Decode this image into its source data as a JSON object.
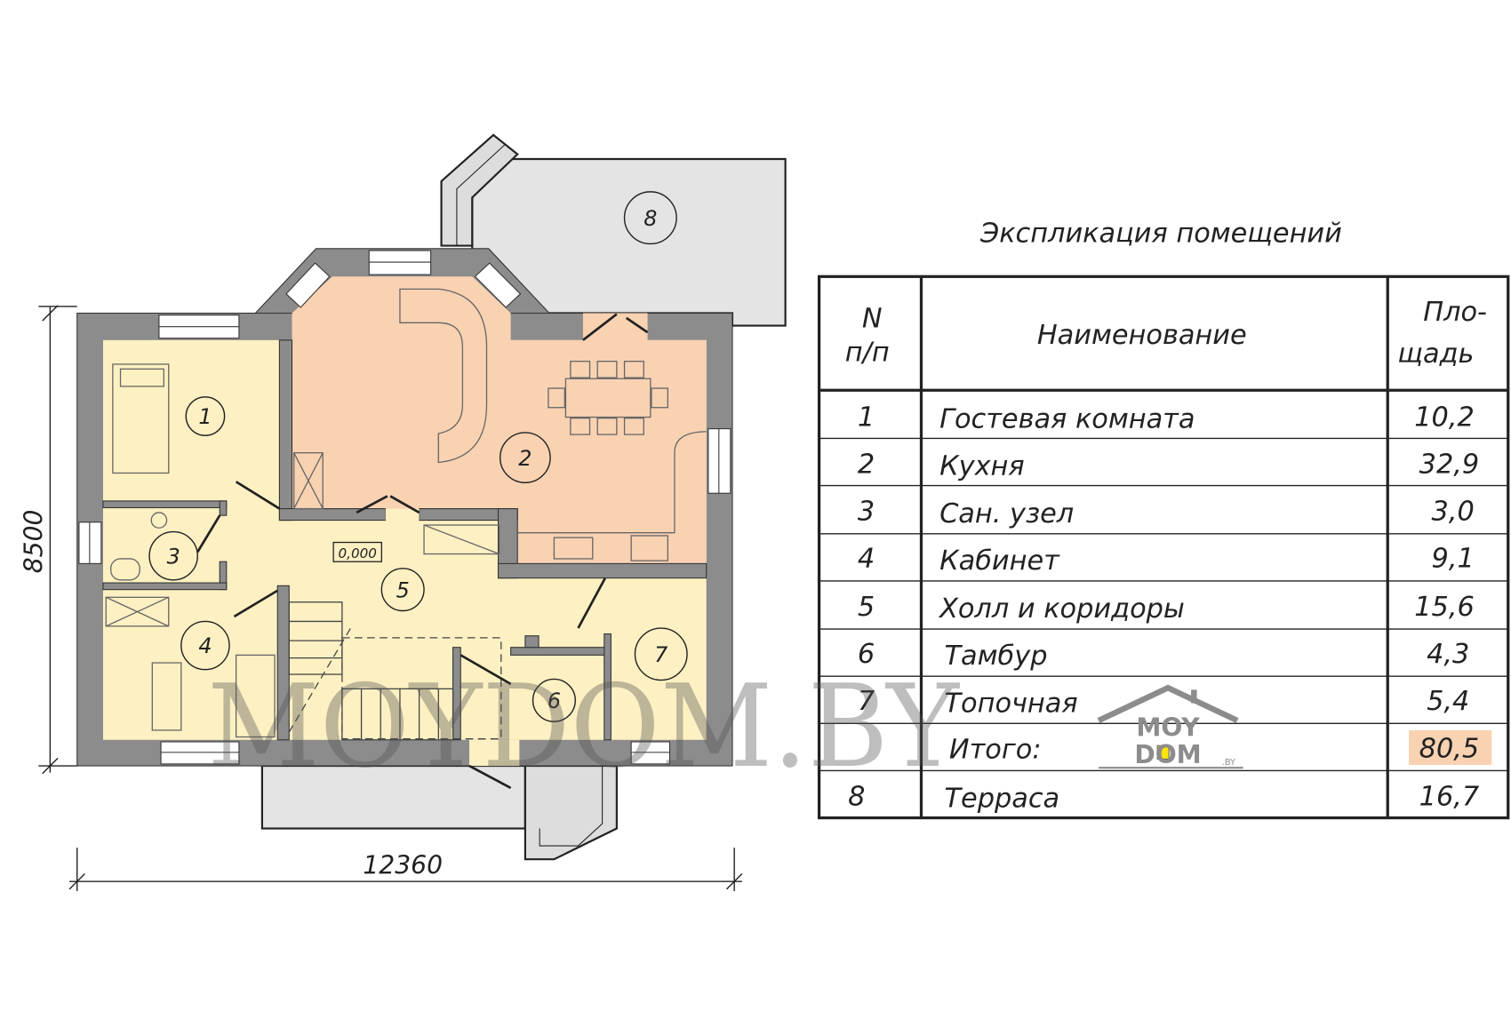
{
  "plan": {
    "dimension_height": "8500",
    "dimension_width": "12360",
    "level_mark": "0,000",
    "room_numbers": [
      "1",
      "2",
      "3",
      "4",
      "5",
      "6",
      "7",
      "8"
    ],
    "watermark": "MOYDOM.BY",
    "colors": {
      "living": "#fdf0c2",
      "kitchen": "#f9d2b2",
      "wall": "#8c8c8c",
      "terrace": "#e4e4e4",
      "total_highlight": "#f9d2b2"
    }
  },
  "table": {
    "title": "Экспликация помещений",
    "headers": {
      "num_line1": "N",
      "num_line2": "п/п",
      "name": "Наименование",
      "area_line1": "Пло-",
      "area_line2": "щадь"
    },
    "rows": [
      {
        "n": "1",
        "name": "Гостевая комната",
        "area": "10,2"
      },
      {
        "n": "2",
        "name": "Кухня",
        "area": "32,9"
      },
      {
        "n": "3",
        "name": "Сан. узел",
        "area": "3,0"
      },
      {
        "n": "4",
        "name": "Кабинет",
        "area": "9,1"
      },
      {
        "n": "5",
        "name": "Холл и коридоры",
        "area": "15,6"
      },
      {
        "n": "6",
        "name": "Тамбур",
        "area": "4,3"
      },
      {
        "n": "7",
        "name": "Топочная",
        "area": "5,4"
      }
    ],
    "total": {
      "name": "Итого:",
      "area": "80,5"
    },
    "extra": {
      "n": "8",
      "name": "Терраса",
      "area": "16,7"
    }
  },
  "logo": {
    "line1": "MOY",
    "line2": "DOM",
    "suffix": ".BY"
  }
}
